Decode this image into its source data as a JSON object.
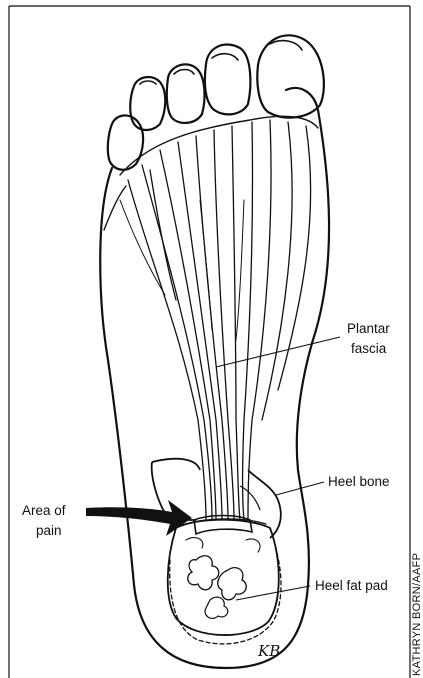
{
  "labels": {
    "plantar_fascia_line1": "Plantar",
    "plantar_fascia_line2": "fascia",
    "heel_bone": "Heel bone",
    "area_of_pain_line1": "Area of",
    "area_of_pain_line2": "pain",
    "heel_fat_pad": "Heel fat pad"
  },
  "credit": "KATHRYN BORN/AAFP",
  "artist_signature": "KB",
  "colors": {
    "ink": "#111111",
    "background": "#ffffff"
  }
}
